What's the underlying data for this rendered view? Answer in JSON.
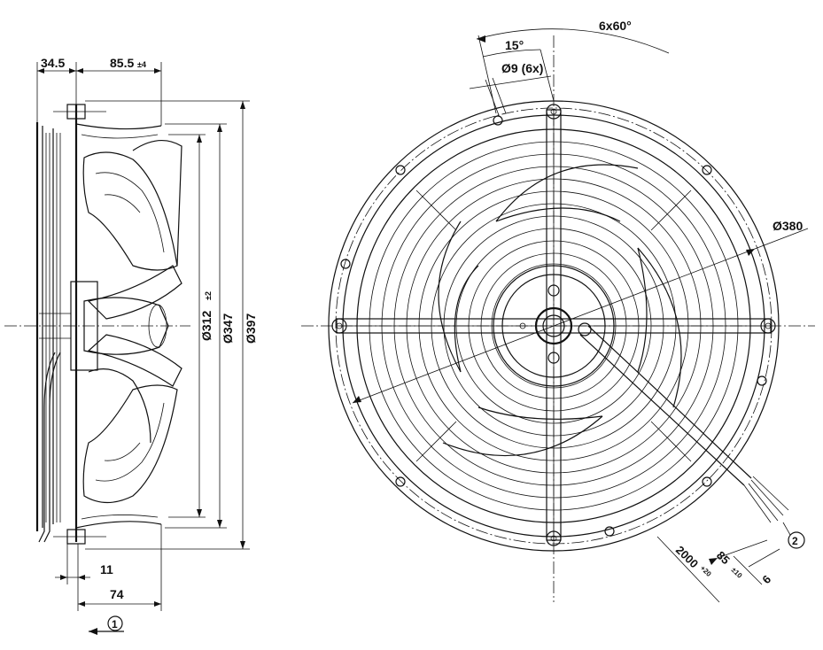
{
  "side_view": {
    "dim_top_left": "34.5",
    "dim_top_right_main": "85.5",
    "dim_top_right_tol": "±4",
    "dia_312_main": "Ø312",
    "dia_312_tol": "±2",
    "dia_347": "Ø347",
    "dia_397": "Ø397",
    "dim_bottom_11": "11",
    "dim_bottom_74": "74",
    "flow_marker": "1"
  },
  "front_view": {
    "angle_total": "6x60°",
    "angle_15": "15°",
    "hole_label": "Ø9 (6x)",
    "dia_380": "Ø380",
    "cable_2000_main": "2000",
    "cable_2000_tol": "+20",
    "cable_85_main": "85",
    "cable_85_tol": "±10",
    "cable_6": "6",
    "cable_marker": "2"
  }
}
